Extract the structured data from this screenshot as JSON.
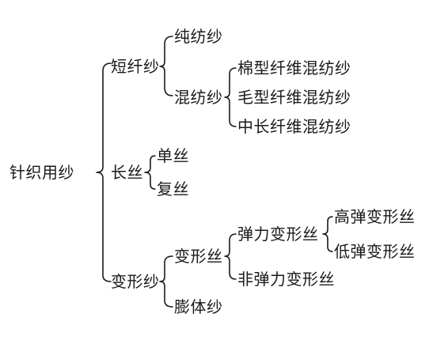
{
  "tree": {
    "root": "针织用纱",
    "short_fiber": {
      "label": "短纤纱",
      "pure": "纯纺纱",
      "blended": {
        "label": "混纺纱",
        "items": [
          "棉型纤维混纺纱",
          "毛型纤维混纺纱",
          "中长纤维混纺纱"
        ]
      }
    },
    "filament": {
      "label": "长丝",
      "items": [
        "单丝",
        "复丝"
      ]
    },
    "textured": {
      "label": "变形纱",
      "deformed": {
        "label": "变形丝",
        "elastic": {
          "label": "弹力变形丝",
          "items": [
            "高弹变形丝",
            "低弹变形丝"
          ]
        },
        "non_elastic": "非弹力变形丝"
      },
      "bulked": "膨体纱"
    }
  }
}
